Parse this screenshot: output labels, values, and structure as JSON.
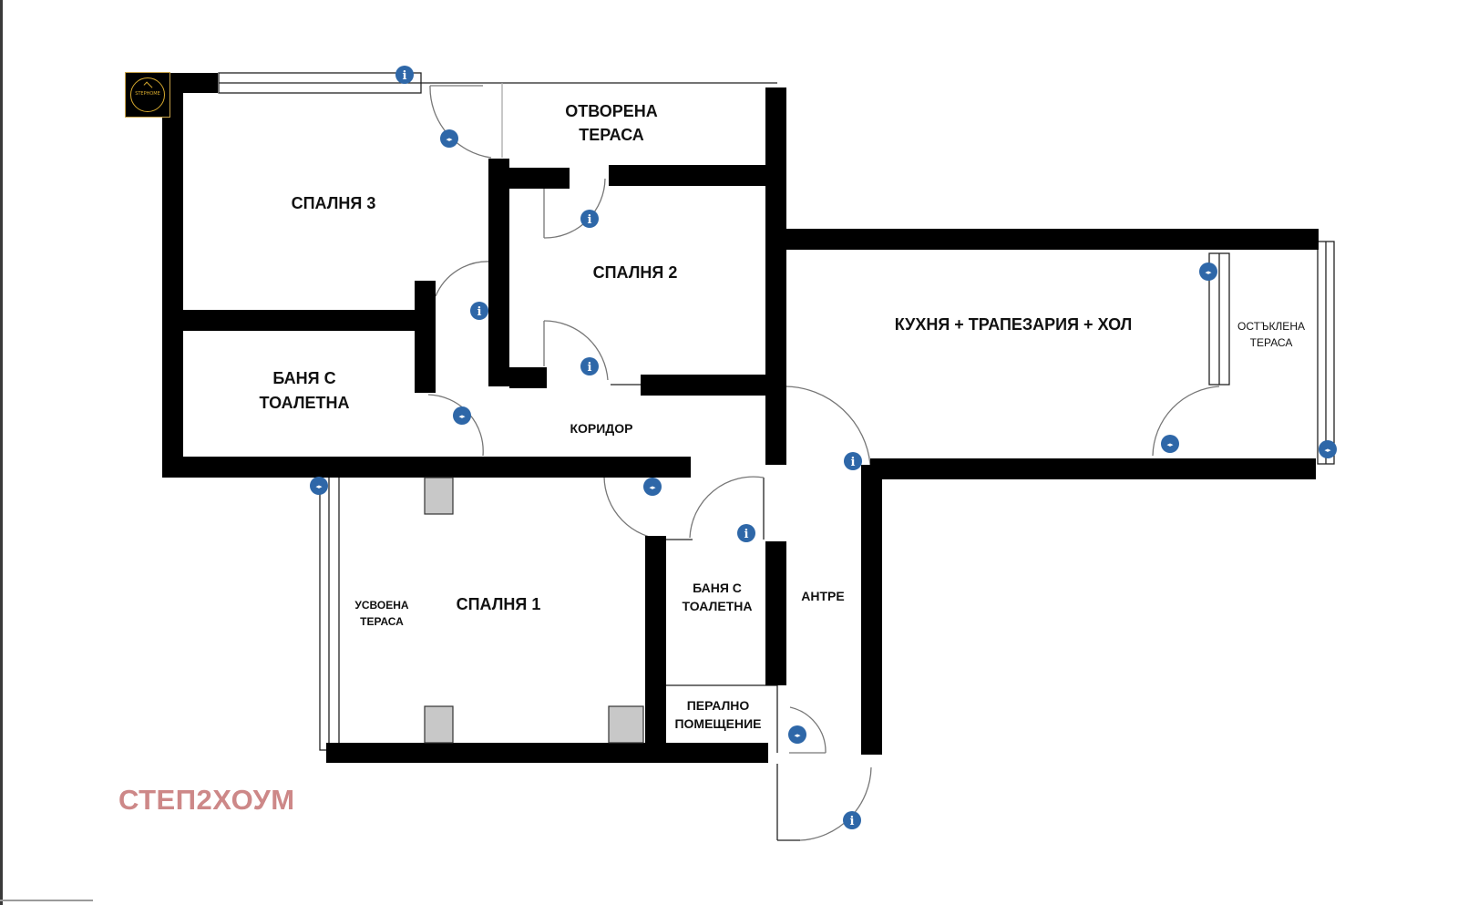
{
  "brand": {
    "watermark": "СТЕП2ХОУМ",
    "logo_text": "STEPHOME"
  },
  "colors": {
    "wall": "#000000",
    "door_line": "#888888",
    "marker": "#2e67a8",
    "column": "#c8c8c8",
    "watermark": "#cd8888",
    "logo_accent": "#d6a92e"
  },
  "rooms": {
    "open_terrace": [
      "ОТВОРЕНА",
      "ТЕРАСА"
    ],
    "bedroom_3": "СПАЛНЯ 3",
    "bedroom_2": "СПАЛНЯ 2",
    "bathroom_a": [
      "БАНЯ С",
      "ТОАЛЕТНА"
    ],
    "corridor": "КОРИДОР",
    "kitchen_living": "КУХНЯ + ТРАПЕЗАРИЯ + ХОЛ",
    "glazed_terrace": [
      "ОСТЪКЛЕНА",
      "ТЕРАСА"
    ],
    "bedroom_1": "СПАЛНЯ 1",
    "absorbed_terrace": [
      "УСВОЕНА",
      "ТЕРАСА"
    ],
    "bathroom_b": [
      "БАНЯ С",
      "ТОАЛЕТНА"
    ],
    "entrance_hall": "АНТРЕ",
    "laundry": [
      "ПЕРАЛНО",
      "ПОМЕЩЕНИЕ"
    ]
  },
  "markers": {
    "info_icon": "info-icon",
    "panorama_icon": "panorama-icon",
    "info_glyph": "i",
    "panorama_glyph": "◂▸"
  }
}
